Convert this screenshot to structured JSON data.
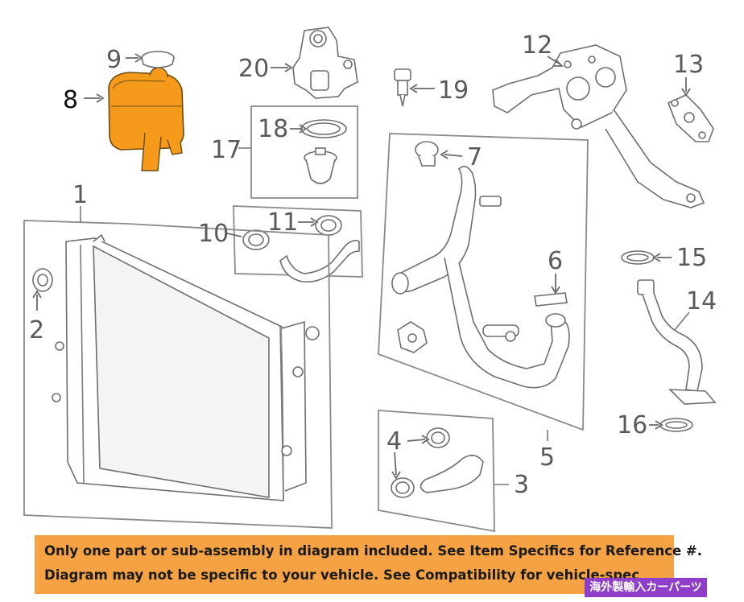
{
  "callouts": {
    "n1": "1",
    "n2": "2",
    "n3": "3",
    "n4": "4",
    "n5": "5",
    "n6": "6",
    "n7": "7",
    "n8": "8",
    "n9": "9",
    "n10": "10",
    "n11": "11",
    "n12": "12",
    "n13": "13",
    "n14": "14",
    "n15": "15",
    "n16": "16",
    "n17": "17",
    "n18": "18",
    "n19": "19",
    "n20": "20"
  },
  "highlight_color": "#f59a1b",
  "disclaimer": {
    "line1": "Only one part or sub-assembly in diagram included. See Item Specifics for Reference #.",
    "line2": "Diagram may not be specific to your vehicle. See Compatibility for vehicle-spec"
  },
  "watermark": "海外製輸入カーパーツ"
}
